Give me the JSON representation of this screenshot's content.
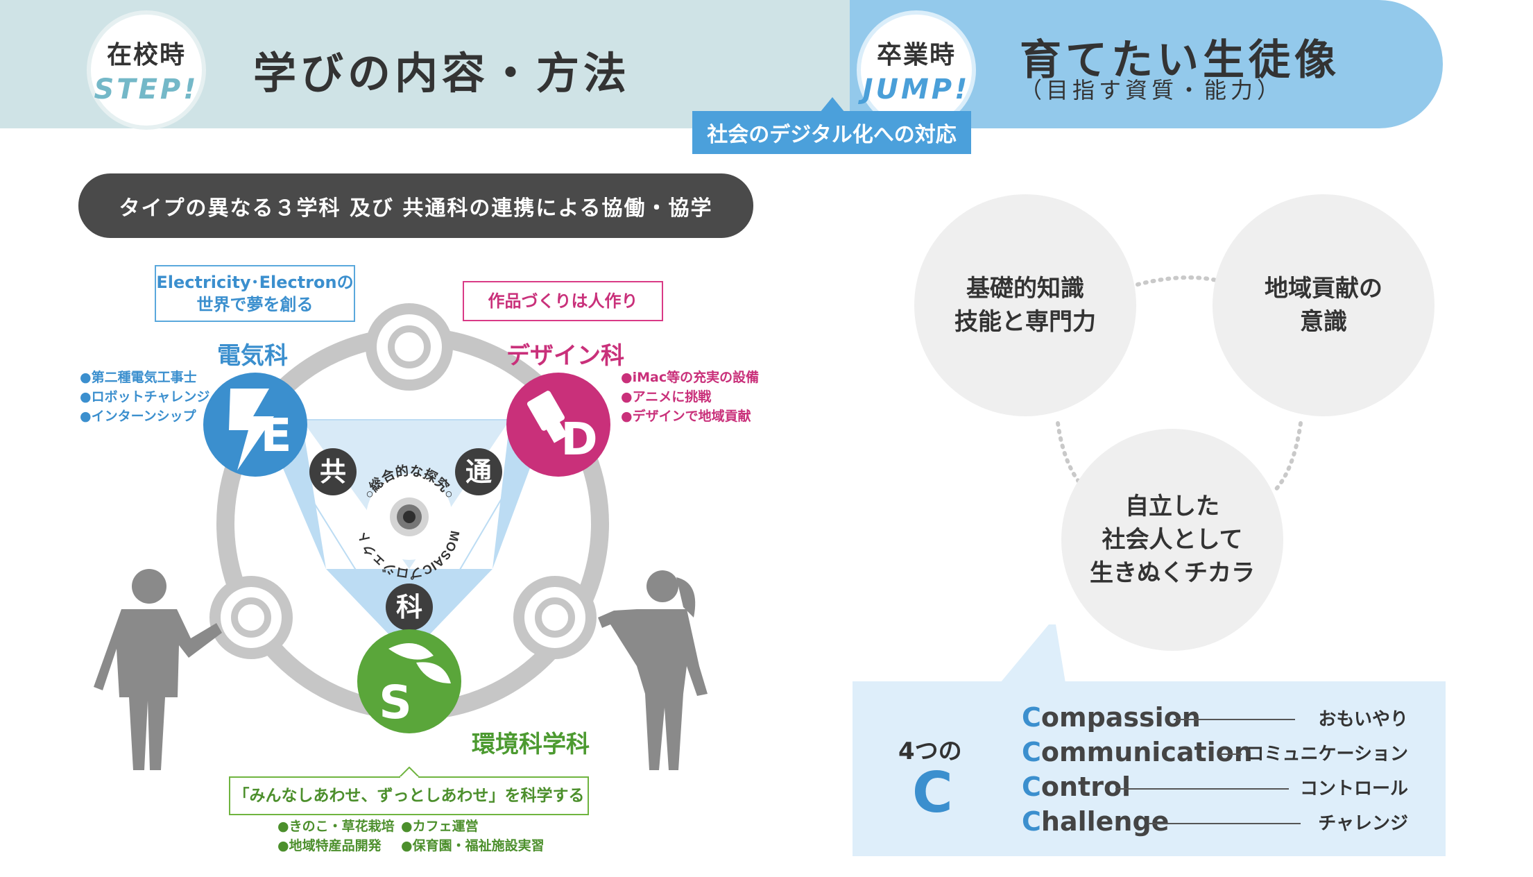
{
  "header": {
    "left_badge": {
      "top": "在校時",
      "bottom": "STEP!"
    },
    "left_title": "学びの内容・方法",
    "right_badge": {
      "top": "卒業時",
      "bottom": "JUMP!"
    },
    "right_title": "育てたい生徒像",
    "right_subtitle": "（目指す資質・能力）",
    "digital_label": "社会のデジタル化への対応"
  },
  "left": {
    "banner_text": "タイプの異なる３学科 及び 共通科の連携による協働・協学",
    "electric": {
      "callout_line1": "Electricity･Electronの",
      "callout_line2": "世界で夢を創る",
      "name": "電気科",
      "letter": "E",
      "bullets": [
        "●第二種電気工事士",
        "●ロボットチャレンジ",
        "●インターンシップ"
      ]
    },
    "design": {
      "callout": "作品づくりは人作り",
      "name": "デザイン科",
      "letter": "D",
      "bullets": [
        "●iMac等の充実の設備",
        "●アニメに挑戦",
        "●デザインで地域貢献"
      ]
    },
    "environment": {
      "name": "環境科学科",
      "letter": "S",
      "callout": "「みんなしあわせ、ずっとしあわせ」を科学する",
      "bullets_col1": [
        "●きのこ・草花栽培",
        "●地域特産品開発"
      ],
      "bullets_col2": [
        "●カフェ運営",
        "●保育園・福祉施設実習"
      ]
    },
    "common_chars": [
      "共",
      "通",
      "科"
    ],
    "center_ring_top": "○総合的な探究○",
    "center_ring_bottom": "MOSAICプロジェクト",
    "colors": {
      "electric": "#3b8fce",
      "design": "#c9307a",
      "environment": "#5aa63a"
    }
  },
  "right": {
    "circle1": [
      "基礎的知識",
      "技能と専門力"
    ],
    "circle2": [
      "地域貢献の",
      "意識"
    ],
    "circle3": [
      "自立した",
      "社会人として",
      "生きぬくチカラ"
    ],
    "four_c_label": "4つの",
    "four_c_letter": "C",
    "c_items": [
      {
        "cap": "C",
        "rest": "ompassion",
        "ja": "おもいやり"
      },
      {
        "cap": "C",
        "rest": "ommunication",
        "ja": "コミュニケーション"
      },
      {
        "cap": "C",
        "rest": "ontrol",
        "ja": "コントロール"
      },
      {
        "cap": "C",
        "rest": "hallenge",
        "ja": "チャレンジ"
      }
    ]
  }
}
